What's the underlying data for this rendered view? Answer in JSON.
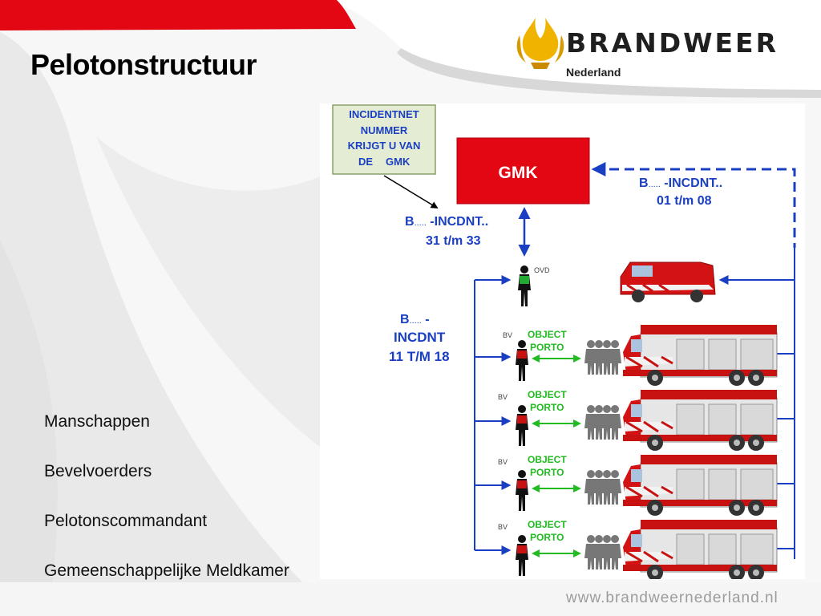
{
  "slide": {
    "title": "Pelotonstructuur",
    "brand": {
      "name": "BRANDWEER",
      "subtitle": "Nederland"
    },
    "footer_url": "www.brandweernederland.nl",
    "bullets": [
      "Manschappen",
      "Bevelvoerders",
      "Pelotonscommandant",
      "Gemeenschappelijke Meldkamer"
    ],
    "colors": {
      "red": "#e30613",
      "blue": "#1a3fc2",
      "green": "#22bb22",
      "yellow_note": "#e4ecd4"
    }
  },
  "diagram": {
    "note": {
      "line1": "INCIDENTNET",
      "line2": "NUMMER",
      "line3": "KRIJGT U VAN",
      "line4_de": "DE",
      "line4_gmk": "GMK"
    },
    "gmk_label": "GMK",
    "channel_top_right": {
      "b": "B",
      "dots": ".....",
      "rest": " -INCDNT..",
      "range": "01 t/m 08"
    },
    "channel_center": {
      "b": "B",
      "dots": ".....",
      "rest": " -INCDNT..",
      "range": "31 t/m 33"
    },
    "channel_left": {
      "b": "B",
      "dots": ".....",
      "rest": " -",
      "line2": "INCDNT",
      "range": "11 T/M 18"
    },
    "ovd_label": "OVD",
    "rows": [
      {
        "role": "BV",
        "line1": "OBJECT",
        "line2": "PORTO"
      },
      {
        "role": "BV",
        "line1": "OBJECT",
        "line2": "PORTO"
      },
      {
        "role": "BV",
        "line1": "OBJECT",
        "line2": "PORTO"
      },
      {
        "role": "BV",
        "line1": "OBJECT",
        "line2": "PORTO"
      }
    ]
  }
}
